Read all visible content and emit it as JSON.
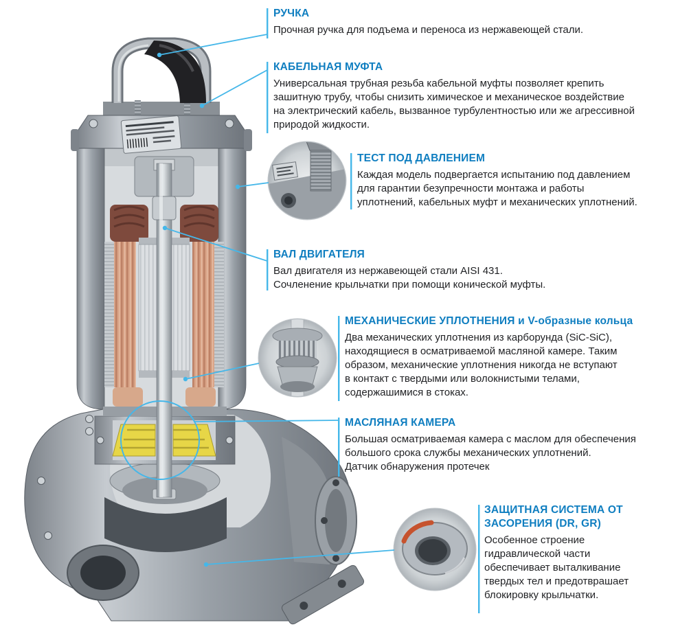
{
  "colors": {
    "accent_blue": "#0f7ec0",
    "leader_blue": "#45b7e9",
    "body_text": "#1f2023",
    "oil_chamber_yellow": "#e7d647",
    "winding_copper": "#d7a184",
    "gasket_orange": "#c6532e"
  },
  "diagram": {
    "subject": "submersible-sewage-pump-cutaway"
  },
  "annotations": [
    {
      "id": "handle",
      "title": "РУЧКА",
      "body": "Прочная ручка для подъема и переноса из нержавеющей стали."
    },
    {
      "id": "cable-gland",
      "title": "КАБЕЛЬНАЯ МУФТА",
      "body": "Универсальная трубная резьба кабельной муфты позволяет крепить\nзашитную трубу, чтобы снизить химическое и механическое воздействие\nна электрический кабель, вызванное турбулентностью или же агрессивной\nприродой жидкости."
    },
    {
      "id": "pressure-test",
      "title": "ТЕСТ ПОД ДАВЛЕНИЕМ",
      "body": "Каждая модель подвергается испытанию под давлением\nдля гарантии безупречности монтажа и работы\nуплотнений, кабельных муфт и механических уплотнений."
    },
    {
      "id": "motor-shaft",
      "title": "ВАЛ ДВИГАТЕЛЯ",
      "body": "Вал двигателя из нержавеющей стали AISI 431.\nСочленение крыльчатки при помощи конической муфты."
    },
    {
      "id": "mechanical-seals",
      "title": "МЕХАНИЧЕСКИЕ УПЛОТНЕНИЯ и V-образные кольца",
      "body": "Два механических уплотнения из карборунда (SiC-SiC),\nнаходящиеся в осматриваемой масляной камере. Таким\nобразом, механические уплотнения никогда не вступают\nв контакт с твердыми или волокнистыми телами,\nсодержашимися в стоках."
    },
    {
      "id": "oil-chamber",
      "title": "МАСЛЯНАЯ КАМЕРА",
      "body": "Большая осматриваемая камера с маслом для обеспечения\nбольшого срока службы механических уплотнений.\nДатчик обнаружения протечек"
    },
    {
      "id": "anti-clog",
      "title": "ЗАЩИТНАЯ СИСТЕМА ОТ\nЗАСОРЕНИЯ (DR, GR)",
      "body": "Особенное строение\nгидравлической части\nобеспечивает выталкивание\nтвердых тел и предотврашает\nблокировку крыльчатки."
    }
  ]
}
